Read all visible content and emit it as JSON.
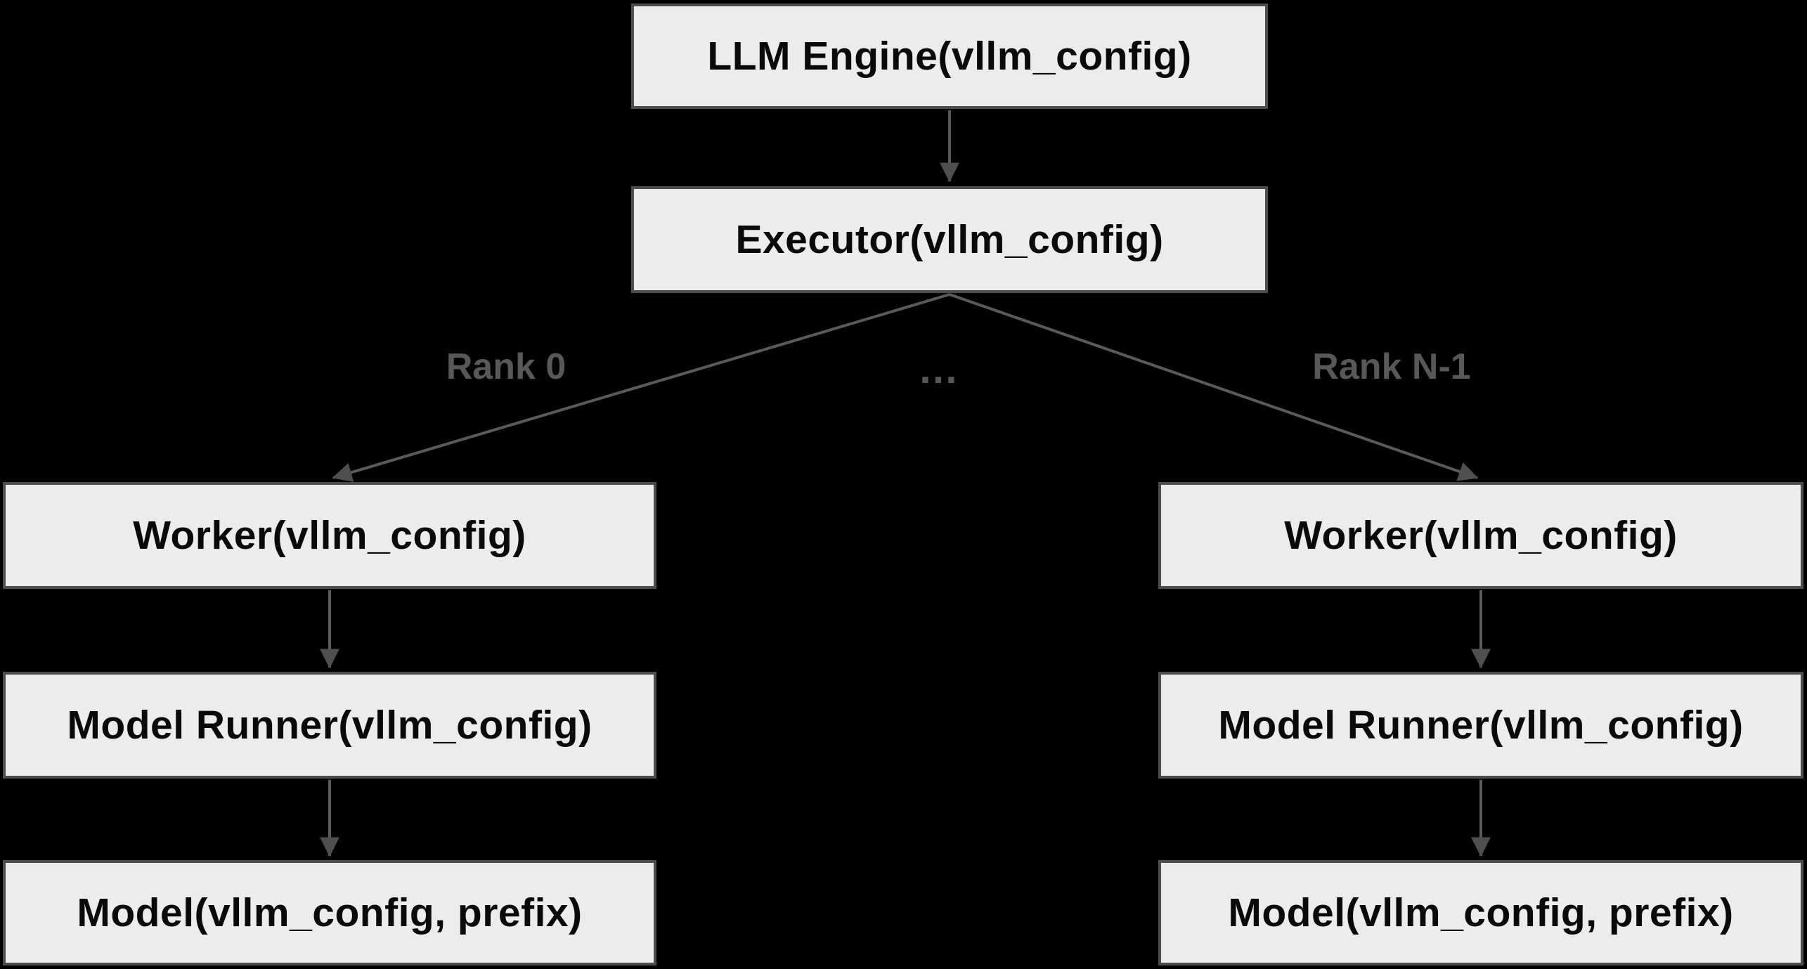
{
  "title": "vLLM engine architecture diagram",
  "colors": {
    "background": "#000000",
    "box_fill": "#ececec",
    "box_border": "#4d4d4d",
    "box_text": "#0a0a0a",
    "arrow_line": "#5a5a5a",
    "arrow_head": "#4f4f4f",
    "label_text": "#585858"
  },
  "nodes": {
    "llm_engine": "LLM Engine(vllm_config)",
    "executor": "Executor(vllm_config)",
    "worker_left": "Worker(vllm_config)",
    "model_runner_left": "Model Runner(vllm_config)",
    "model_left": "Model(vllm_config, prefix)",
    "worker_right": "Worker(vllm_config)",
    "model_runner_right": "Model Runner(vllm_config)",
    "model_right": "Model(vllm_config, prefix)"
  },
  "edge_labels": {
    "rank_0": "Rank 0",
    "ellipsis": "…",
    "rank_n_1": "Rank N-1"
  }
}
